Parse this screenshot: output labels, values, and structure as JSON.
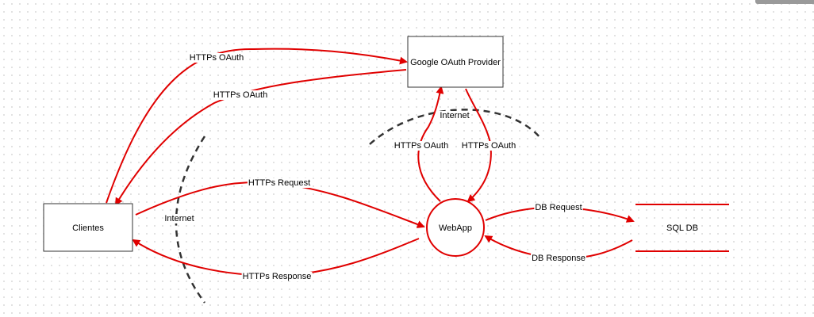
{
  "colors": {
    "edge": "#e00000",
    "boundary": "#333333",
    "box_border": "#333333"
  },
  "nodes": {
    "clientes": "Clientes",
    "google_oauth": "Google OAuth Provider",
    "webapp": "WebApp",
    "sql_db": "SQL DB"
  },
  "edges": {
    "clientes_to_oauth": "HTTPs OAuth",
    "oauth_to_clientes": "HTTPs OAuth",
    "clientes_to_webapp": "HTTPs Request",
    "webapp_to_clientes": "HTTPs Response",
    "webapp_to_oauth": "HTTPs OAuth",
    "oauth_to_webapp": "HTTPs OAuth",
    "webapp_to_db": "DB Request",
    "db_to_webapp": "DB Response"
  },
  "boundaries": {
    "internet_left": "Internet",
    "internet_top": "Internet"
  }
}
